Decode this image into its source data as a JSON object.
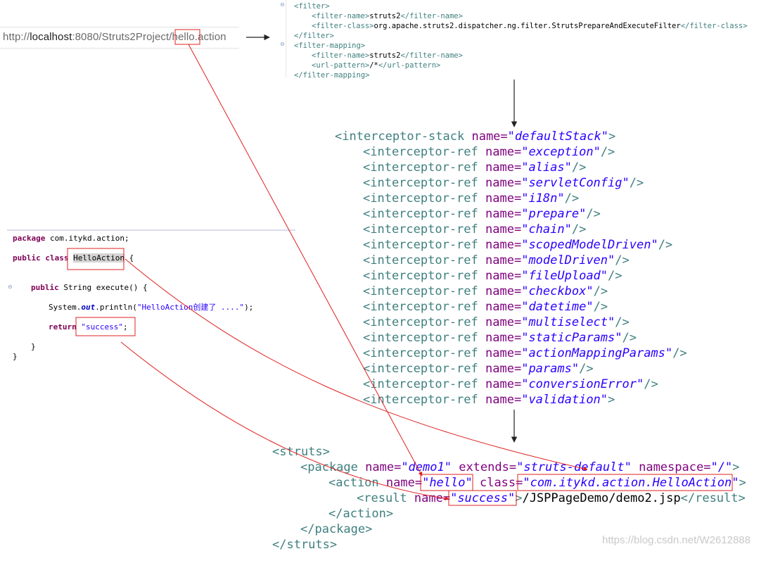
{
  "url_bar": {
    "prefix": "http://",
    "host": "localhost",
    "port_path": ":8080/Struts2Project/",
    "action": "hello",
    "suffix": ".action"
  },
  "webxml": [
    {
      "indent": 0,
      "parts": [
        [
          "tag",
          "<filter>"
        ]
      ]
    },
    {
      "indent": 1,
      "parts": [
        [
          "tag",
          "<filter-name>"
        ],
        [
          "txt",
          "struts2"
        ],
        [
          "tag",
          "</filter-name>"
        ]
      ]
    },
    {
      "indent": 1,
      "parts": [
        [
          "tag",
          "<filter-class>"
        ],
        [
          "txt",
          "org.apache.struts2.dispatcher.ng.filter.StrutsPrepareAndExecuteFilter"
        ],
        [
          "tag",
          "</filter-class>"
        ]
      ]
    },
    {
      "indent": 0,
      "parts": [
        [
          "tag",
          "</filter>"
        ]
      ]
    },
    {
      "indent": 0,
      "parts": [
        [
          "tag",
          "<filter-mapping>"
        ]
      ]
    },
    {
      "indent": 1,
      "parts": [
        [
          "tag",
          "<filter-name>"
        ],
        [
          "txt",
          "struts2"
        ],
        [
          "tag",
          "</filter-name>"
        ]
      ]
    },
    {
      "indent": 1,
      "parts": [
        [
          "tag",
          "<url-pattern>"
        ],
        [
          "txt",
          "/*"
        ],
        [
          "tag",
          "</url-pattern>"
        ]
      ]
    },
    {
      "indent": 0,
      "parts": [
        [
          "tag",
          "</filter-mapping>"
        ]
      ]
    }
  ],
  "interceptor_stack": {
    "stack_name": "defaultStack",
    "refs": [
      "exception",
      "alias",
      "servletConfig",
      "i18n",
      "prepare",
      "chain",
      "scopedModelDriven",
      "modelDriven",
      "fileUpload",
      "checkbox",
      "datetime",
      "multiselect",
      "staticParams",
      "actionMappingParams",
      "params",
      "conversionError",
      "validation"
    ]
  },
  "java": {
    "package_kw": "package",
    "package_name": " com.itykd.action;",
    "public_class": "public class",
    "class_name": "HelloAction",
    "open_brace": " {",
    "method_mod": "public",
    "method_sig": " String execute() {",
    "sys": "System.",
    "out": "out",
    "println": ".println(",
    "println_arg": "\"HelloAction创建了 ....\"",
    "println_end": ");",
    "return_kw": "return",
    "return_val": "\"success\"",
    "return_end": ";",
    "close_method": "}",
    "close_class": "}"
  },
  "struts_xml": {
    "struts_open": "<struts>",
    "package_tag": "<package",
    "package_name_attr": " name=",
    "package_name": "\"demo1\"",
    "extends_attr": " extends=",
    "extends_val": "\"struts-default\"",
    "namespace_attr": " namespace=",
    "namespace_val": "\"/\"",
    "gt": ">",
    "action_tag": "<action",
    "action_name_attr": " name=",
    "action_name": "\"hello\"",
    "class_attr": " class=",
    "class_val": "\"com.itykd.action.HelloAction\"",
    "result_tag": "<result",
    "result_name_attr": " name=",
    "result_name": "\"success\"",
    "result_path": "/JSPPageDemo/demo2.jsp",
    "result_close": "</result>",
    "action_close": "</action>",
    "package_close": "</package>",
    "struts_close": "</struts>"
  },
  "colors": {
    "annotation": "#e02020",
    "tag": "#3f7f7f",
    "attr": "#7f007f",
    "value": "#2a00ff",
    "keyword": "#7f0055"
  },
  "watermark": "https://blog.csdn.net/W2612888"
}
